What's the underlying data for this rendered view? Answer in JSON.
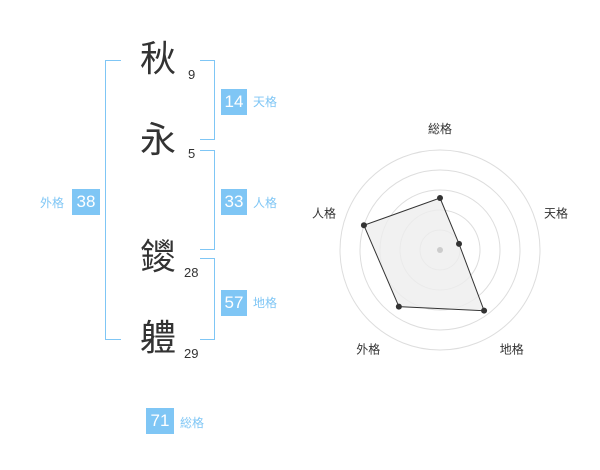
{
  "characters": [
    {
      "char": "秋",
      "strokes": "9"
    },
    {
      "char": "永",
      "strokes": "5"
    },
    {
      "char": "鑁",
      "strokes": "28"
    },
    {
      "char": "軆",
      "strokes": "29"
    }
  ],
  "kaku": {
    "tenkaku": {
      "value": "14",
      "label": "天格"
    },
    "jinkaku": {
      "value": "33",
      "label": "人格"
    },
    "chikaku": {
      "value": "57",
      "label": "地格"
    },
    "gaikaku": {
      "value": "38",
      "label": "外格"
    },
    "soukaku": {
      "value": "71",
      "label": "総格"
    }
  },
  "colors": {
    "accent": "#7fc6f5",
    "ring": "#dddddd",
    "fill": "#eeeeee",
    "line": "#333333"
  },
  "chart_data": {
    "type": "radar",
    "axes": [
      "総格",
      "天格",
      "地格",
      "外格",
      "人格"
    ],
    "values": [
      0.52,
      0.2,
      0.75,
      0.7,
      0.8
    ],
    "range": [
      0,
      1
    ],
    "rings": 5
  }
}
